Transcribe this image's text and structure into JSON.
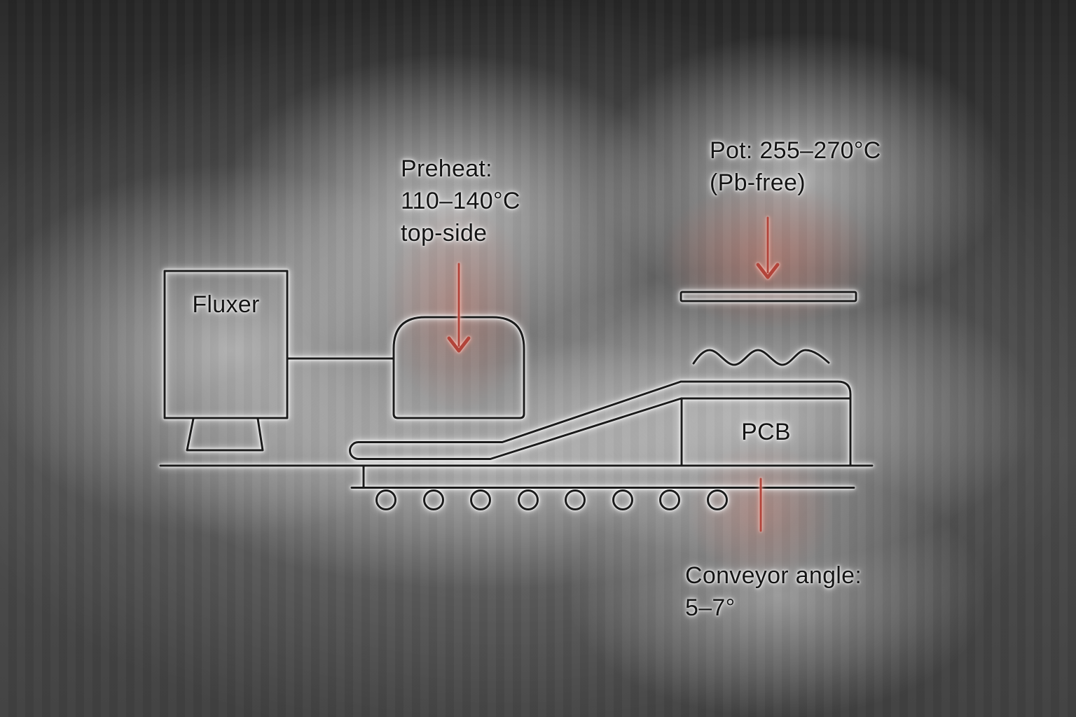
{
  "diagram": {
    "machine_labels": {
      "fluxer": "Fluxer",
      "pcb": "PCB"
    },
    "annotations": {
      "preheat": {
        "line1": "Preheat:",
        "line2": "110–140°C",
        "line3": "top-side"
      },
      "pot": {
        "line1": "Pot: 255–270°C",
        "line2": "(Pb-free)"
      },
      "conveyor_angle": {
        "line1": "Conveyor angle:",
        "line2": "5–7°"
      }
    },
    "conveyor": {
      "roller_count": 8
    },
    "colors": {
      "line": "#1b1b1b",
      "text": "#141414",
      "halo": "#ffffff",
      "arrow_red": "#b2443a",
      "glow_red": "#e07664"
    }
  }
}
